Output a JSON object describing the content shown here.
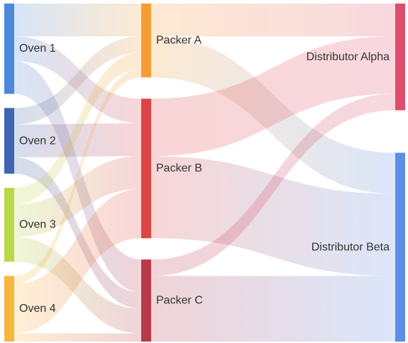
{
  "chart_data": {
    "type": "sankey",
    "nodes": [
      {
        "id": "oven1",
        "label": "Oven 1",
        "column": 0,
        "color": "#4a89dc"
      },
      {
        "id": "oven2",
        "label": "Oven 2",
        "column": 0,
        "color": "#3d65b0"
      },
      {
        "id": "oven3",
        "label": "Oven 3",
        "column": 0,
        "color": "#b8d84a"
      },
      {
        "id": "oven4",
        "label": "Oven 4",
        "column": 0,
        "color": "#f6b73c"
      },
      {
        "id": "packerA",
        "label": "Packer A",
        "column": 1,
        "color": "#f59d35"
      },
      {
        "id": "packerB",
        "label": "Packer B",
        "column": 1,
        "color": "#dd4545"
      },
      {
        "id": "packerC",
        "label": "Packer C",
        "column": 1,
        "color": "#b83a4a"
      },
      {
        "id": "distAlpha",
        "label": "Distributor Alpha",
        "column": 2,
        "color": "#de4d6e"
      },
      {
        "id": "distBeta",
        "label": "Distributor Beta",
        "column": 2,
        "color": "#5b8ee6"
      }
    ],
    "links": [
      {
        "source": "oven1",
        "target": "packerA",
        "value": 4
      },
      {
        "source": "oven1",
        "target": "packerB",
        "value": 3
      },
      {
        "source": "oven1",
        "target": "packerC",
        "value": 4
      },
      {
        "source": "oven2",
        "target": "packerA",
        "value": 2
      },
      {
        "source": "oven2",
        "target": "packerB",
        "value": 4
      },
      {
        "source": "oven2",
        "target": "packerC",
        "value": 2
      },
      {
        "source": "oven3",
        "target": "packerA",
        "value": 2
      },
      {
        "source": "oven3",
        "target": "packerB",
        "value": 4
      },
      {
        "source": "oven3",
        "target": "packerC",
        "value": 3
      },
      {
        "source": "oven4",
        "target": "packerA",
        "value": 1
      },
      {
        "source": "oven4",
        "target": "packerB",
        "value": 6
      },
      {
        "source": "oven4",
        "target": "packerC",
        "value": 1
      },
      {
        "source": "packerA",
        "target": "distAlpha",
        "value": 4
      },
      {
        "source": "packerA",
        "target": "distBeta",
        "value": 5
      },
      {
        "source": "packerB",
        "target": "distAlpha",
        "value": 7
      },
      {
        "source": "packerB",
        "target": "distBeta",
        "value": 10
      },
      {
        "source": "packerC",
        "target": "distAlpha",
        "value": 2
      },
      {
        "source": "packerC",
        "target": "distBeta",
        "value": 8
      }
    ]
  }
}
